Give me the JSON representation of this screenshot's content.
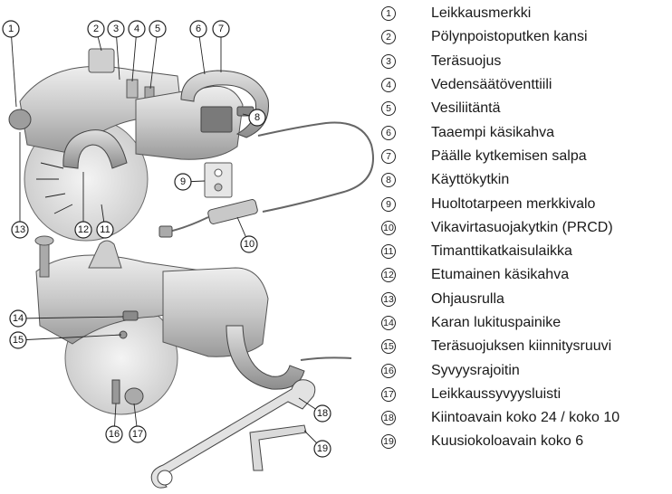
{
  "legend": [
    {
      "num": "1",
      "text": "Leikkausmerkki"
    },
    {
      "num": "2",
      "text": "Pölynpoistoputken kansi"
    },
    {
      "num": "3",
      "text": "Teräsuojus"
    },
    {
      "num": "4",
      "text": "Vedensäätöventtiili"
    },
    {
      "num": "5",
      "text": "Vesiliitäntä"
    },
    {
      "num": "6",
      "text": "Taaempi käsikahva"
    },
    {
      "num": "7",
      "text": "Päälle kytkemisen salpa"
    },
    {
      "num": "8",
      "text": "Käyttökytkin"
    },
    {
      "num": "9",
      "text": "Huoltotarpeen merkkivalo"
    },
    {
      "num": "10",
      "text": "Vikavirtasuojakytkin (PRCD)"
    },
    {
      "num": "11",
      "text": "Timanttikatkaisulaikka"
    },
    {
      "num": "12",
      "text": "Etumainen käsikahva"
    },
    {
      "num": "13",
      "text": "Ohjausrulla"
    },
    {
      "num": "14",
      "text": "Karan lukituspainike"
    },
    {
      "num": "15",
      "text": "Teräsuojuksen kiinnitysruuvi"
    },
    {
      "num": "16",
      "text": "Syvyysrajoitin"
    },
    {
      "num": "17",
      "text": "Leikkaussyvyysluisti"
    },
    {
      "num": "18",
      "text": "Kiintoavain koko 24 / koko 10"
    },
    {
      "num": "19",
      "text": "Kuusiokoloavain koko 6"
    }
  ],
  "colors": {
    "body_light": "#d9d9d9",
    "body_mid": "#b8b8b8",
    "body_dark": "#8a8a8a",
    "outline": "#4a4a4a"
  }
}
